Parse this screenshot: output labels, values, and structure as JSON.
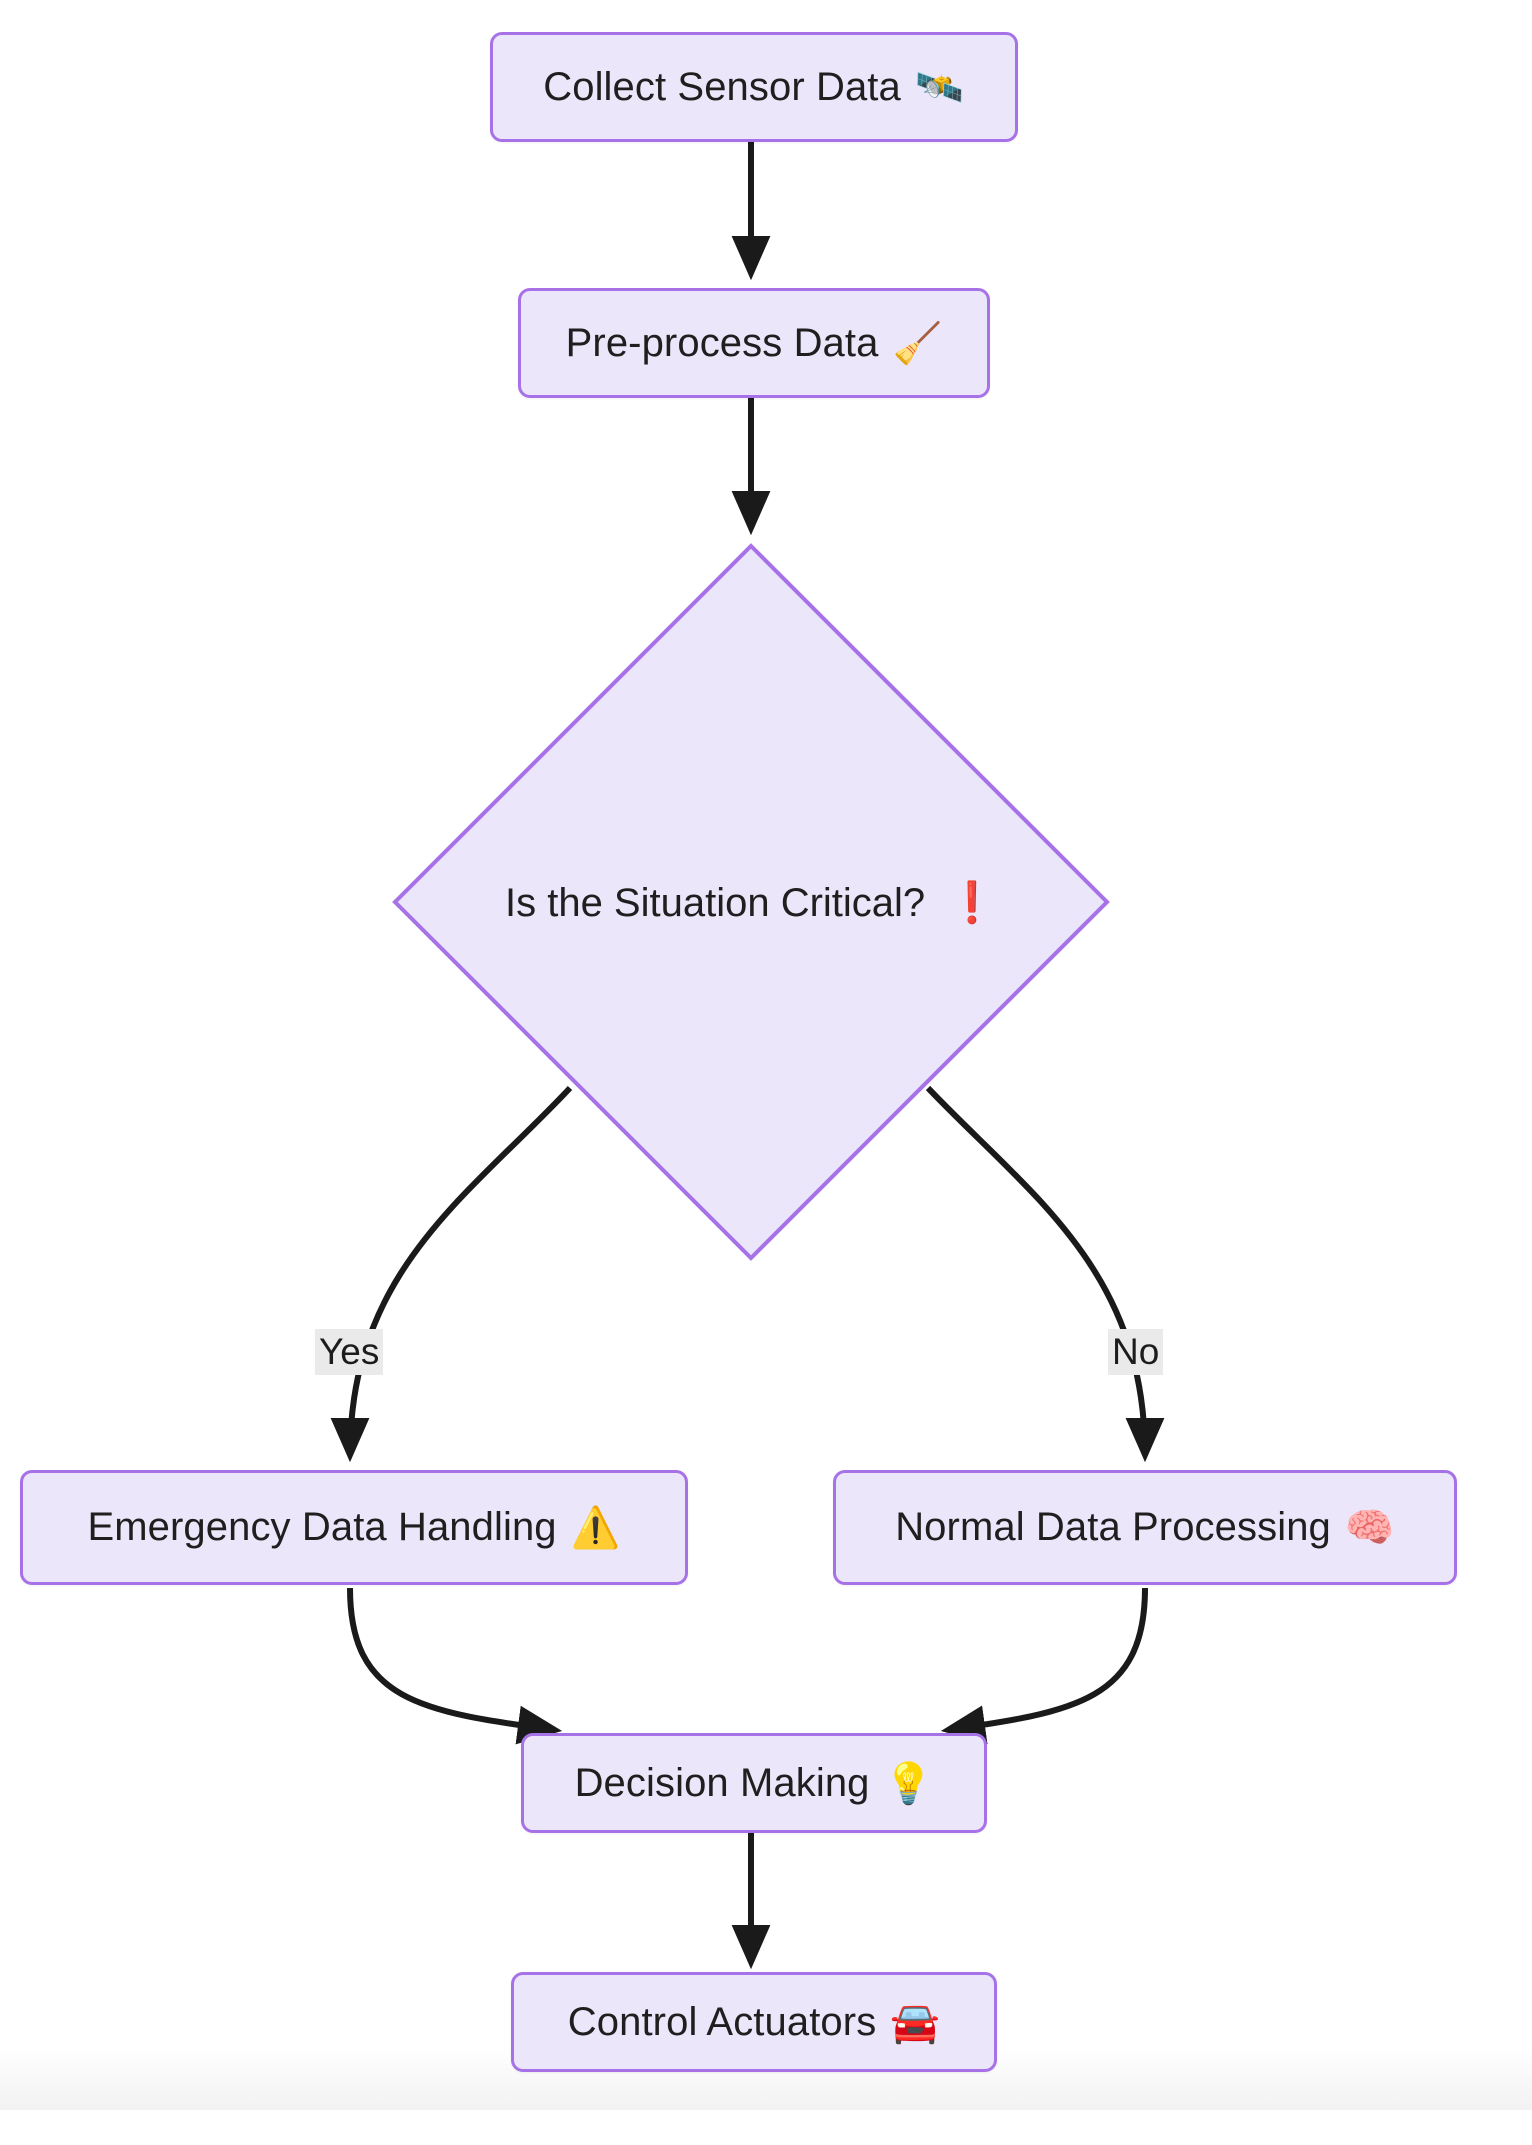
{
  "diagram": {
    "type": "flowchart",
    "direction": "top-down",
    "title": "",
    "theme": {
      "background": "#ffffff",
      "node_fill": "#ebe6fa",
      "node_border": "#a772e8",
      "node_text": "#1f1f1f",
      "edge_stroke": "#1a1a1a",
      "edge_label_bg": "#eaeaea",
      "critical_accent": "#ff2d2d"
    },
    "nodes": [
      {
        "id": "collect",
        "shape": "rounded-rect",
        "label": "Collect Sensor Data",
        "emoji": "🛰️",
        "icon_name": "satellite-icon"
      },
      {
        "id": "preprocess",
        "shape": "rounded-rect",
        "label": "Pre-process Data",
        "emoji": "🧹",
        "icon_name": "broom-icon"
      },
      {
        "id": "critical",
        "shape": "diamond",
        "label": "Is the Situation Critical?",
        "emoji": "❗",
        "icon_name": "exclamation-mark-icon"
      },
      {
        "id": "emergency",
        "shape": "rounded-rect",
        "label": "Emergency Data Handling",
        "emoji": "⚠️",
        "icon_name": "warning-triangle-icon"
      },
      {
        "id": "normal",
        "shape": "rounded-rect",
        "label": "Normal Data Processing",
        "emoji": "🧠",
        "icon_name": "brain-icon"
      },
      {
        "id": "decision",
        "shape": "rounded-rect",
        "label": "Decision Making",
        "emoji": "💡",
        "icon_name": "lightbulb-icon"
      },
      {
        "id": "actuators",
        "shape": "rounded-rect",
        "label": "Control Actuators",
        "emoji": "🚘",
        "icon_name": "car-icon"
      }
    ],
    "edges": [
      {
        "from": "collect",
        "to": "preprocess",
        "label": ""
      },
      {
        "from": "preprocess",
        "to": "critical",
        "label": ""
      },
      {
        "from": "critical",
        "to": "emergency",
        "label": "Yes"
      },
      {
        "from": "critical",
        "to": "normal",
        "label": "No"
      },
      {
        "from": "emergency",
        "to": "decision",
        "label": ""
      },
      {
        "from": "normal",
        "to": "decision",
        "label": ""
      },
      {
        "from": "decision",
        "to": "actuators",
        "label": ""
      }
    ],
    "edge_labels": {
      "yes": "Yes",
      "no": "No"
    }
  }
}
